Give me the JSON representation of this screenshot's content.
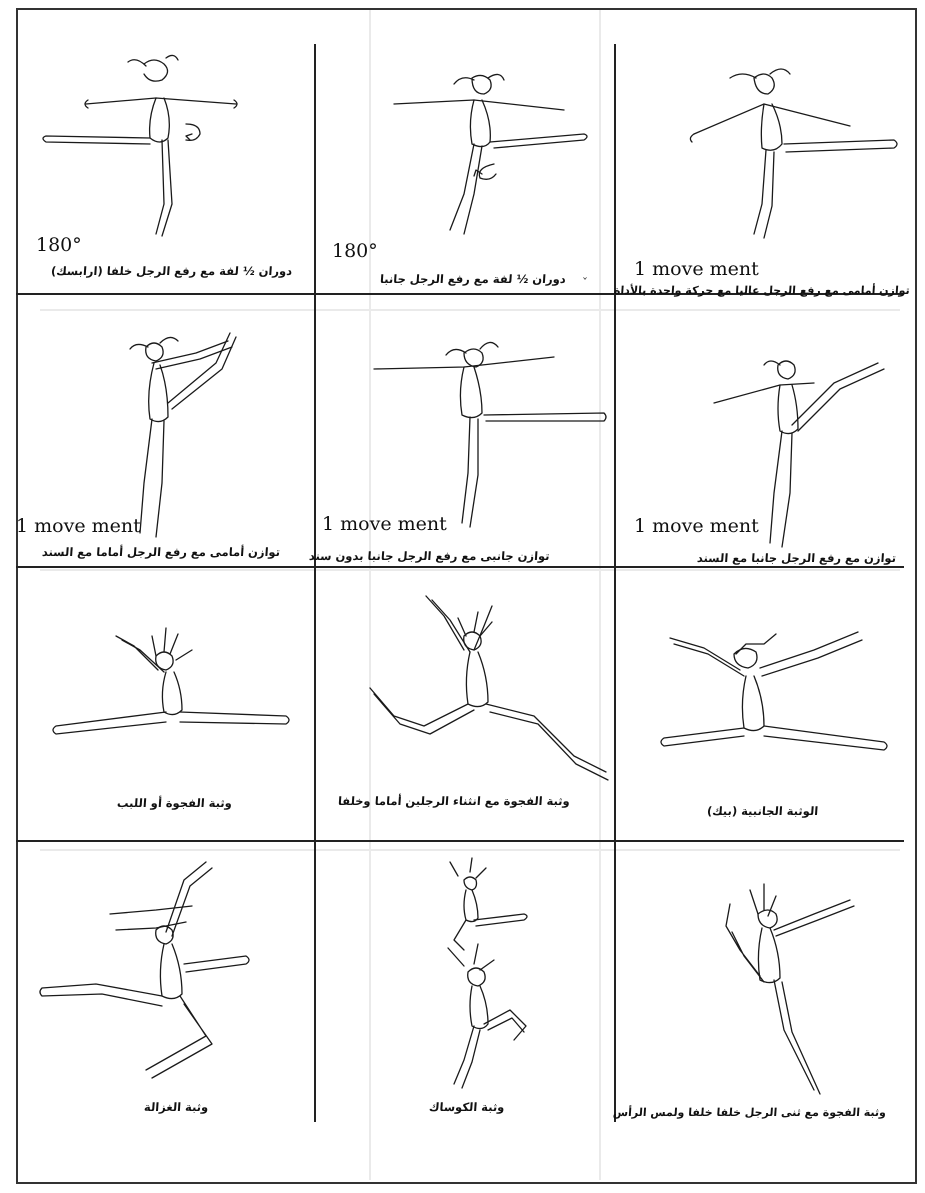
{
  "cells": [
    {
      "note": "180°",
      "caption": "دوران ½ لفة مع رفع الرجل خلفا (ارابسك)"
    },
    {
      "note": "180°",
      "caption": "دوران ½ لفة مع رفع الرجل جانبا"
    },
    {
      "note": "1 move ment",
      "caption": "توازن أمامى مع رفع الرجل عاليا مع حركة واحدة بالأداة"
    },
    {
      "note": "1 move ment",
      "caption": "توازن أمامى مع رفع الرجل أماما مع السند"
    },
    {
      "note": "1 move ment",
      "caption": "توازن جانبى مع رفع الرجل جانبا بدون سند"
    },
    {
      "note": "1 move ment",
      "caption": "توازن مع رفع الرجل جانبا مع السند"
    },
    {
      "caption": "وثبة الفجوة أو اللبب"
    },
    {
      "caption": "وثبة الفجوة مع انثناء الرجلين أماما وخلفا"
    },
    {
      "caption": "الوثبة الجانبية (بيك)"
    },
    {
      "caption": "وثبة الغزالة"
    },
    {
      "caption": "وثبة الكوساك"
    },
    {
      "caption": "وثبة الفجوة مع ثنى الرجل خلفا خلفا ولمس الرأس"
    }
  ]
}
